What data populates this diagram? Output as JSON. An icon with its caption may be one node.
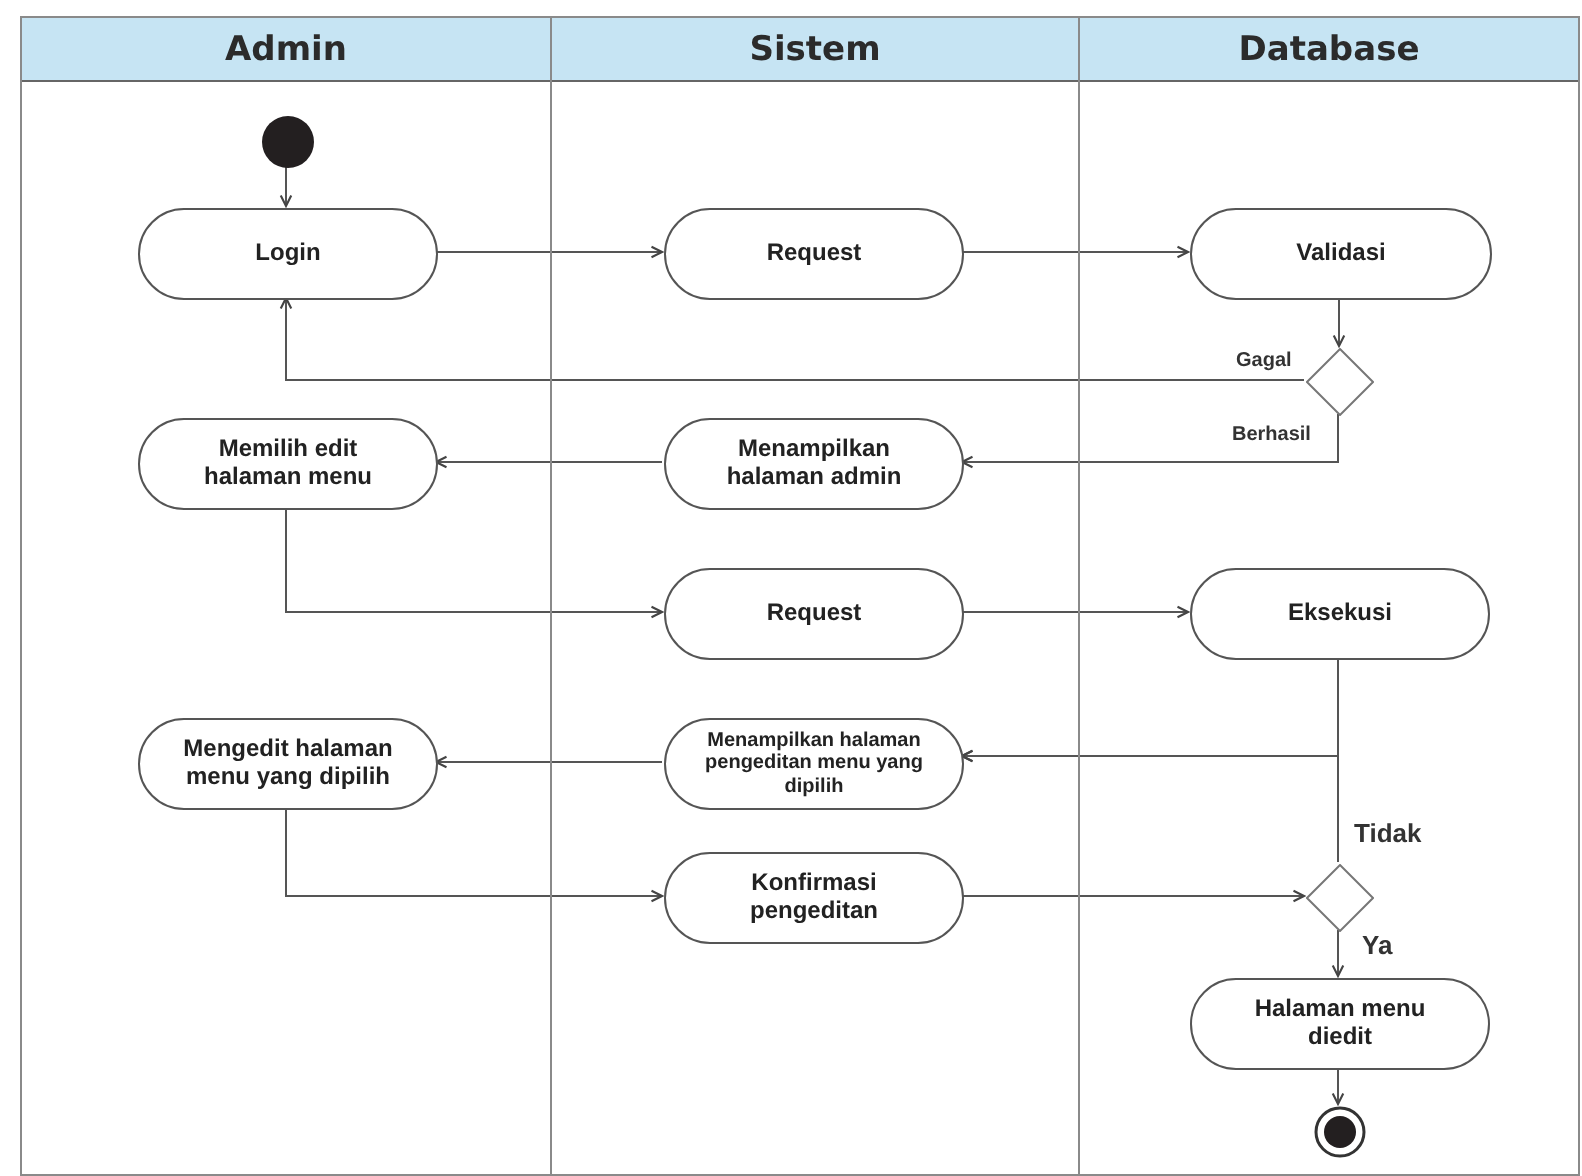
{
  "diagram": {
    "nodes": [
      {
        "text": [
          "Admin"
        ]
      },
      {
        "text": [
          "Sistem"
        ]
      },
      {
        "text": [
          "Database"
        ]
      },
      {
        "text": [],
        "shape": "circle",
        "in": 0
      },
      {
        "text": [
          "Login"
        ],
        "in": 0
      },
      {
        "text": [
          "Request"
        ],
        "in": 1
      },
      {
        "text": [
          "Validasi"
        ],
        "in": 2
      },
      {
        "text": [],
        "shape": "diamond",
        "in": 2
      },
      {
        "text": [
          "Menampilkan halaman admin"
        ],
        "in": 1
      },
      {
        "text": [
          "Memilih edit halaman menu"
        ],
        "in": 0
      },
      {
        "text": [
          "Request"
        ],
        "in": 1
      },
      {
        "text": [
          "Eksekusi"
        ],
        "in": 2
      },
      {
        "text": [
          "Menampilkan halaman pengeditan menu yang dipilih"
        ],
        "in": 1
      },
      {
        "text": [
          "Mengedit halaman menu yang dipilih"
        ],
        "in": 0
      },
      {
        "text": [
          "Konfirmasi pengeditan"
        ],
        "in": 1
      },
      {
        "text": [],
        "shape": "diamond",
        "in": 2
      },
      {
        "text": [
          "Halaman menu diedit"
        ],
        "in": 2
      },
      {
        "text": [],
        "shape": "circle",
        "in": 2
      }
    ],
    "edges": [
      {
        "from": 3,
        "to": 4,
        "arrow": "to"
      },
      {
        "from": 4,
        "to": 5,
        "arrow": "to"
      },
      {
        "from": 5,
        "to": 6,
        "arrow": "to"
      },
      {
        "from": 6,
        "to": 7,
        "arrow": "to"
      },
      {
        "from": 7,
        "to": 4,
        "arrow": "to",
        "label": "Gagal"
      },
      {
        "from": 7,
        "to": 8,
        "arrow": "to",
        "label": "Berhasil"
      },
      {
        "from": 8,
        "to": 9,
        "arrow": "to"
      },
      {
        "from": 9,
        "to": 10,
        "arrow": "to"
      },
      {
        "from": 10,
        "to": 11,
        "arrow": "to"
      },
      {
        "from": 11,
        "to": 12,
        "arrow": "to"
      },
      {
        "from": 12,
        "to": 13,
        "arrow": "to"
      },
      {
        "from": 13,
        "to": 14,
        "arrow": "to"
      },
      {
        "from": 14,
        "to": 15,
        "arrow": "to"
      },
      {
        "from": 15,
        "to": 12,
        "arrow": "to",
        "label": "Tidak"
      },
      {
        "from": 15,
        "to": 16,
        "arrow": "to",
        "label": "Ya"
      },
      {
        "from": 16,
        "to": 17,
        "arrow": "to"
      }
    ]
  }
}
